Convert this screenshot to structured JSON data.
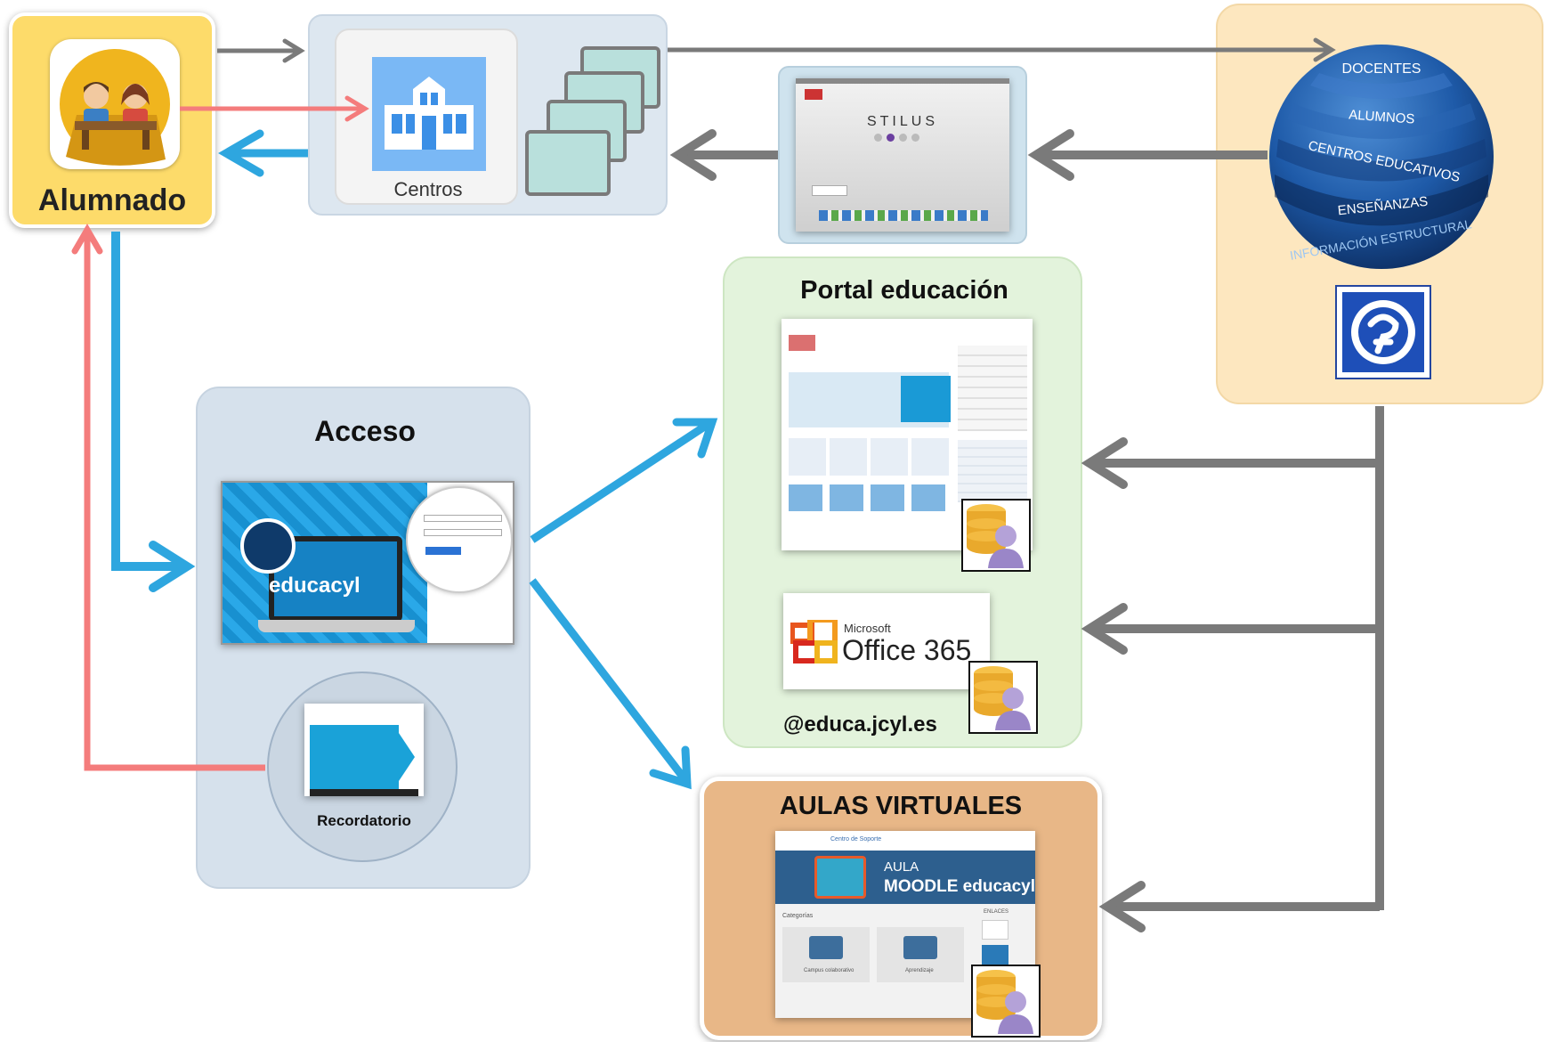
{
  "nodes": {
    "alumnado": {
      "label": "Alumnado"
    },
    "centros": {
      "label": "Centros"
    },
    "acceso": {
      "title": "Acceso",
      "educacyl_logo": "educacyl",
      "recordatorio": "Recordatorio"
    },
    "portal": {
      "title": "Portal educación",
      "office_brand": "Microsoft",
      "office_name": "Office 365",
      "email_domain": "@educa.jcyl.es"
    },
    "aulas": {
      "title": "AULAS VIRTUALES",
      "aula_line1": "AULA",
      "aula_line2": "MOODLE educacyl",
      "soporte": "Centro de Soporte",
      "categorias": "Categorías",
      "cat1": "Campus colaborativo",
      "cat2": "Aprendizaje",
      "enlaces": "ENLACES"
    },
    "stilus": {
      "name": "STILUS"
    },
    "sphere": {
      "layers": [
        "DOCENTES",
        "ALUMNOS",
        "CENTROS EDUCATIVOS",
        "ENSEÑANZAS",
        "INFORMACIÓN ESTRUCTURAL"
      ]
    }
  },
  "colors": {
    "blue_arrow": "#2ea6df",
    "red_arrow": "#f47c7c",
    "gray_arrow": "#7a7a7a",
    "alumnado_bg": "#fddb6a",
    "centros_bg": "#dde7f0",
    "acceso_bg": "#d6e1ec",
    "portal_bg": "#e3f3dc",
    "aulas_bg": "#e8b787",
    "sphere_bg": "#fde7bf"
  }
}
